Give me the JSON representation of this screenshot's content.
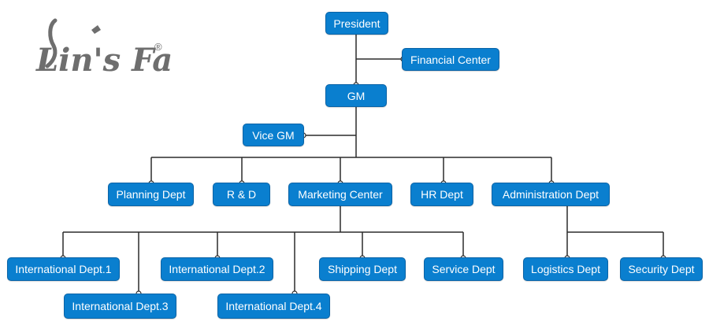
{
  "logo": {
    "text": "Lin's Factory",
    "mark": "®"
  },
  "colors": {
    "node_fill": "#0a7fcf",
    "node_border": "#0a63a6",
    "connector": "#2b2b2b",
    "logo": "#6e6e6e"
  },
  "nodes": {
    "president": "President",
    "financial_center": "Financial Center",
    "gm": "GM",
    "vice_gm": "Vice GM",
    "planning_dept": "Planning Dept",
    "rnd": "R & D",
    "marketing_center": "Marketing Center",
    "hr_dept": "HR Dept",
    "administration_dept": "Administration Dept",
    "international_dept_1": "International Dept.1",
    "international_dept_2": "International Dept.2",
    "international_dept_3": "International Dept.3",
    "international_dept_4": "International Dept.4",
    "shipping_dept": "Shipping Dept",
    "service_dept": "Service Dept",
    "logistics_dept": "Logistics Dept",
    "security_dept": "Security Dept"
  }
}
